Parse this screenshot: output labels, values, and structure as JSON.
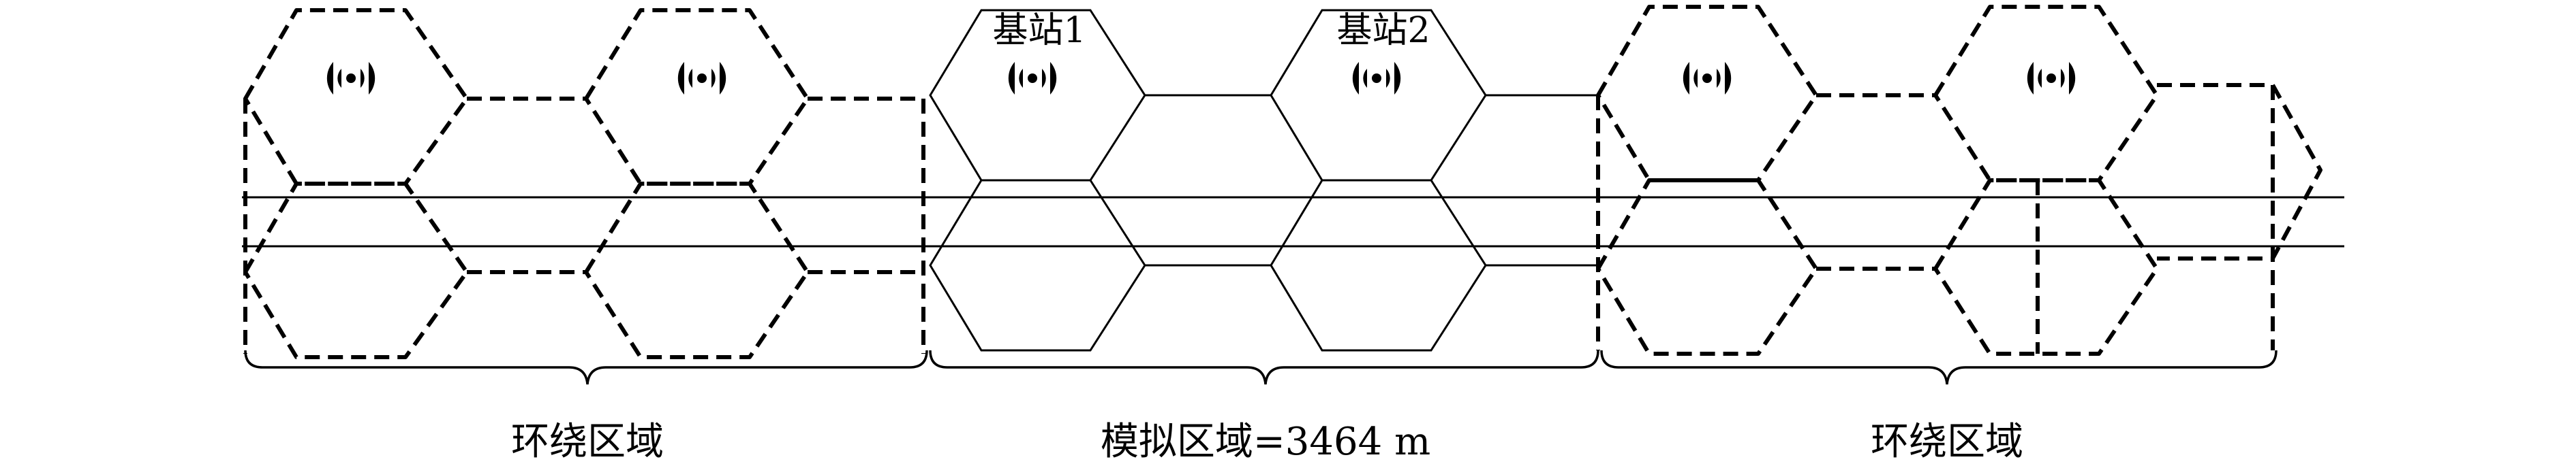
{
  "diagram": {
    "regions": [
      {
        "label": "环绕区域"
      },
      {
        "label": "模拟区域=3464 m"
      },
      {
        "label": "环绕区域"
      }
    ],
    "base_stations": [
      {
        "label": "基站1"
      },
      {
        "label": "基站2"
      }
    ],
    "icons": {
      "tower": "cell-tower-icon"
    }
  }
}
